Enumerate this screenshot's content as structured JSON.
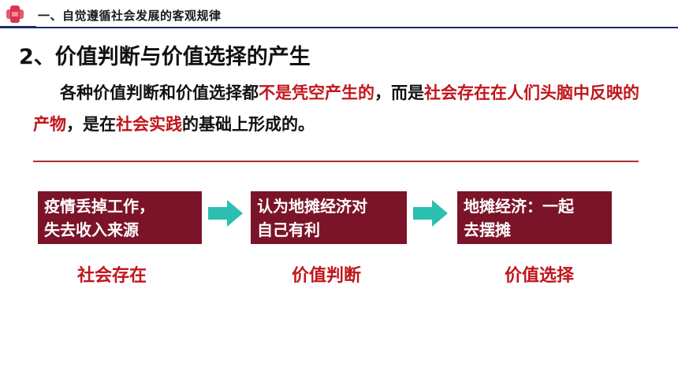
{
  "header": {
    "section_title": "一、自觉遵循社会发展的客观规律"
  },
  "heading": "2、价值判断与价值选择的产生",
  "paragraph": {
    "seg1": "各种价值判断和价值选择都",
    "seg2_red": "不是凭空产生的",
    "seg3": "，而是",
    "seg4_red": "社会存在在人们头脑中反映的产物",
    "seg5": "，是在",
    "seg6_red": "社会实践",
    "seg7": "的基础上形成的。"
  },
  "flow": {
    "boxes": [
      {
        "line1": "疫情丢掉工作，",
        "line2": "失去收入来源"
      },
      {
        "line1": "认为地摊经济对",
        "line2": "自己有利"
      },
      {
        "line1": "地摊经济：一起",
        "line2": "去摆摊"
      }
    ],
    "labels": [
      "社会存在",
      "价值判断",
      "价值选择"
    ]
  },
  "colors": {
    "accent_red": "#c0161c",
    "box_bg": "#7b1428",
    "arrow": "#2bbfb0",
    "topline": "#1f2a6b"
  }
}
